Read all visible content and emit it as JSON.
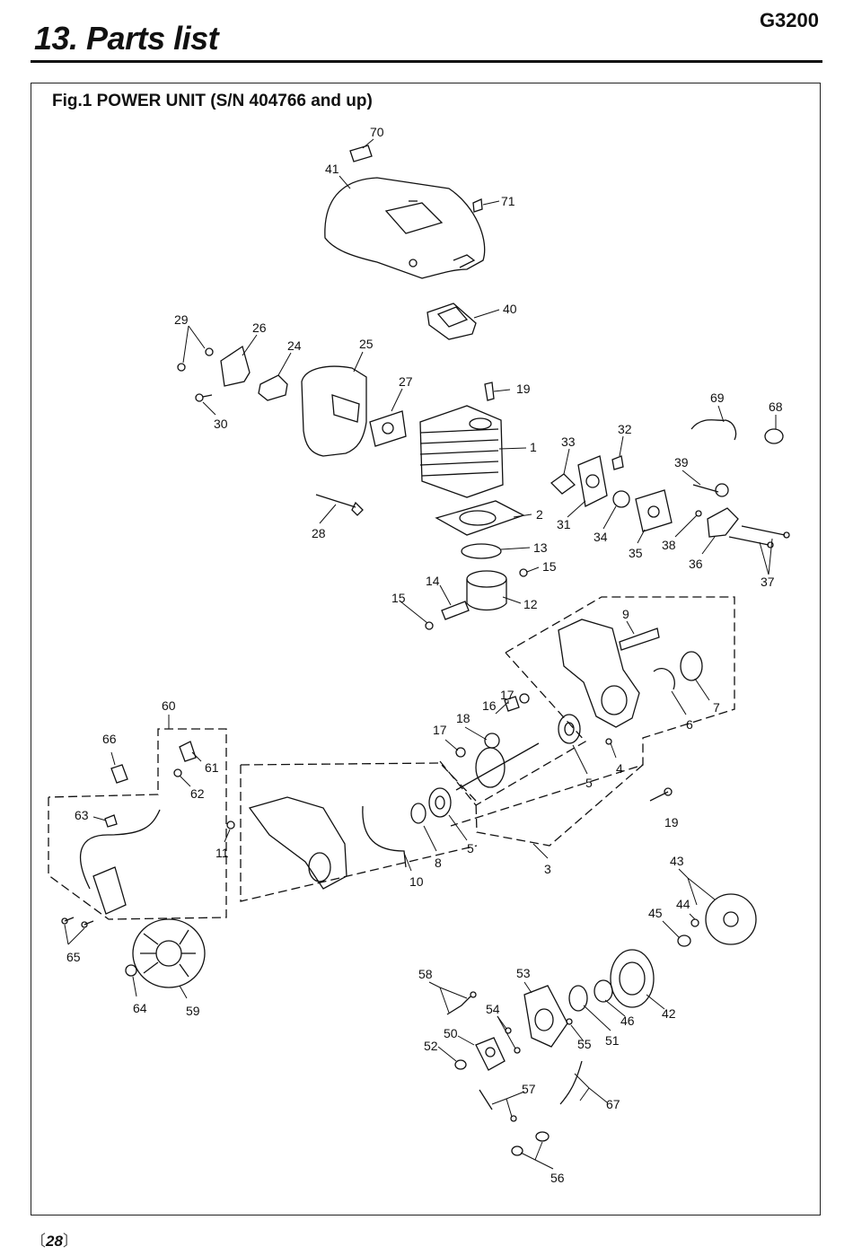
{
  "header": {
    "title": "13. Parts list",
    "model": "G3200"
  },
  "figure": {
    "title": "Fig.1 POWER UNIT (S/N 404766 and up)"
  },
  "callouts": [
    "70",
    "41",
    "71",
    "40",
    "29",
    "26",
    "24",
    "25",
    "27",
    "19",
    "30",
    "1",
    "69",
    "68",
    "33",
    "32",
    "39",
    "2",
    "28",
    "31",
    "34",
    "35",
    "38",
    "36",
    "37",
    "13",
    "15",
    "14",
    "12",
    "9",
    "7",
    "6",
    "4",
    "5",
    "3",
    "17",
    "16",
    "18",
    "60",
    "66",
    "61",
    "62",
    "63",
    "11",
    "10",
    "8",
    "43",
    "44",
    "45",
    "65",
    "64",
    "59",
    "58",
    "53",
    "54",
    "50",
    "52",
    "55",
    "51",
    "46",
    "42",
    "57",
    "67",
    "56"
  ],
  "footer": {
    "page_number": "28"
  }
}
